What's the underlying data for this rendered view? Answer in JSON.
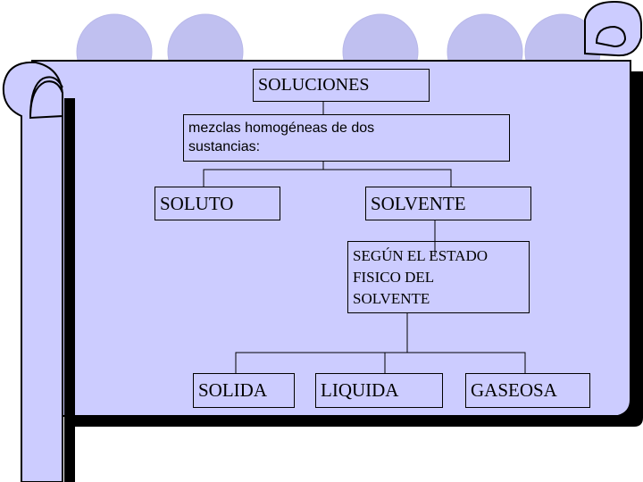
{
  "diagram": {
    "root": "SOLUCIONES",
    "definition": "mezclas homogéneas de dos\nsustancias:",
    "components": [
      "SOLUTO",
      "SOLVENTE"
    ],
    "classification_note": "SEGÚN EL ESTADO\nFISICO DEL\nSOLVENTE",
    "states": [
      "SOLIDA",
      "LIQUIDA",
      "GASEOSA"
    ]
  },
  "colors": {
    "background": "#ffffff",
    "scroll_fill": "#ccccff",
    "scroll_shadow": "#000000",
    "scroll_circles": "#c0c0f0",
    "box_fill": "#ccccff",
    "line": "#000000"
  }
}
